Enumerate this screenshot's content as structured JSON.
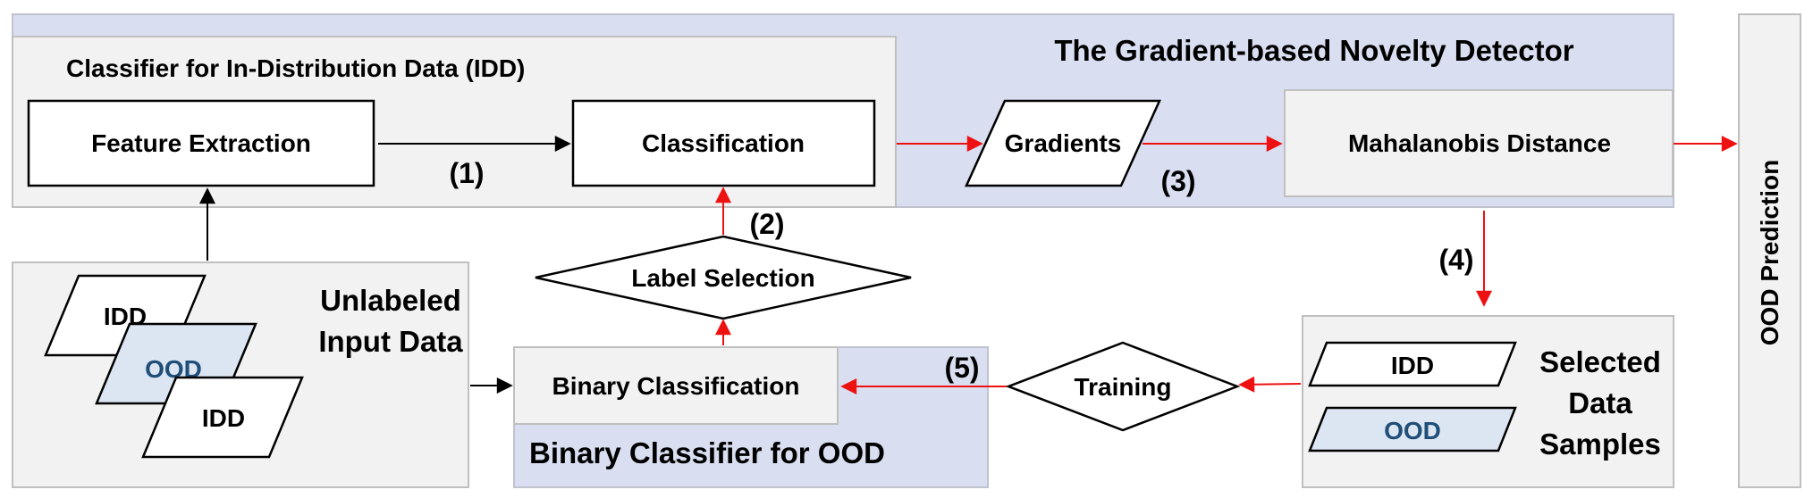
{
  "diagram": {
    "gradient_detector_title": "The Gradient-based Novelty Detector",
    "idd_classifier_title": "Classifier for In-Distribution Data (IDD)",
    "feature_extraction": "Feature Extraction",
    "classification": "Classification",
    "gradients": "Gradients",
    "mahalanobis": "Mahalanobis Distance",
    "ood_prediction": "OOD Prediction",
    "label_selection": "Label Selection",
    "unlabeled_line1": "Unlabeled",
    "unlabeled_line2": "Input Data",
    "idd_label": "IDD",
    "ood_label": "OOD",
    "binary_classification": "Binary Classification",
    "binary_classifier_title": "Binary Classifier for OOD",
    "training": "Training",
    "selected_line1": "Selected",
    "selected_line2": "Data",
    "selected_line3": "Samples",
    "step1": "(1)",
    "step2": "(2)",
    "step3": "(3)",
    "step4": "(4)",
    "step5": "(5)",
    "colors": {
      "blue_panel": "#d9def0",
      "grey_panel": "#f2f2f2",
      "ood_fill": "#dce6f2",
      "ood_text": "#1f4e79",
      "red_arrow": "#ee1111",
      "black": "#000000"
    }
  }
}
